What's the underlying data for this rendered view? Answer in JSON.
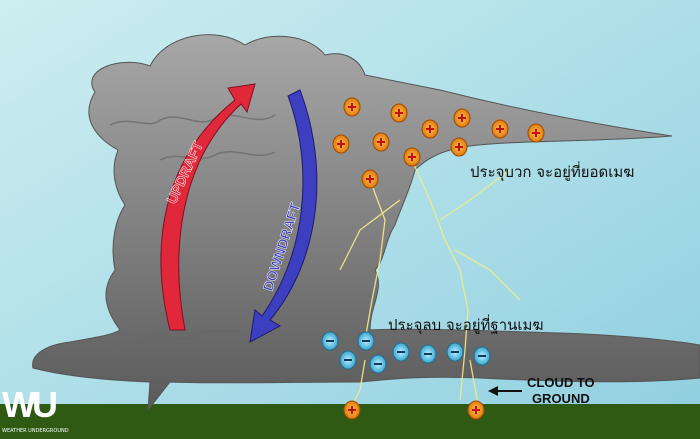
{
  "labels": {
    "positive": "ประจุบวก จะอยู่ที่ยอดเมฆ",
    "negative": "ประจุลบ  จะอยู่ที่ฐานเมฆ",
    "updraft": "UPDRAFT",
    "downdraft": "DOWNDRAFT",
    "cloud_to_ground_1": "CLOUD TO",
    "cloud_to_ground_2": "GROUND"
  },
  "logo": {
    "mark": "WU",
    "text": "WEATHER UNDERGROUND"
  },
  "colors": {
    "sky": "#a9dbe6",
    "ground": "#2f5a14",
    "cloud": "#8e8e8e",
    "updraft": "#e0283a",
    "downdraft": "#3c3fc0",
    "charge": "#f39a1e"
  }
}
